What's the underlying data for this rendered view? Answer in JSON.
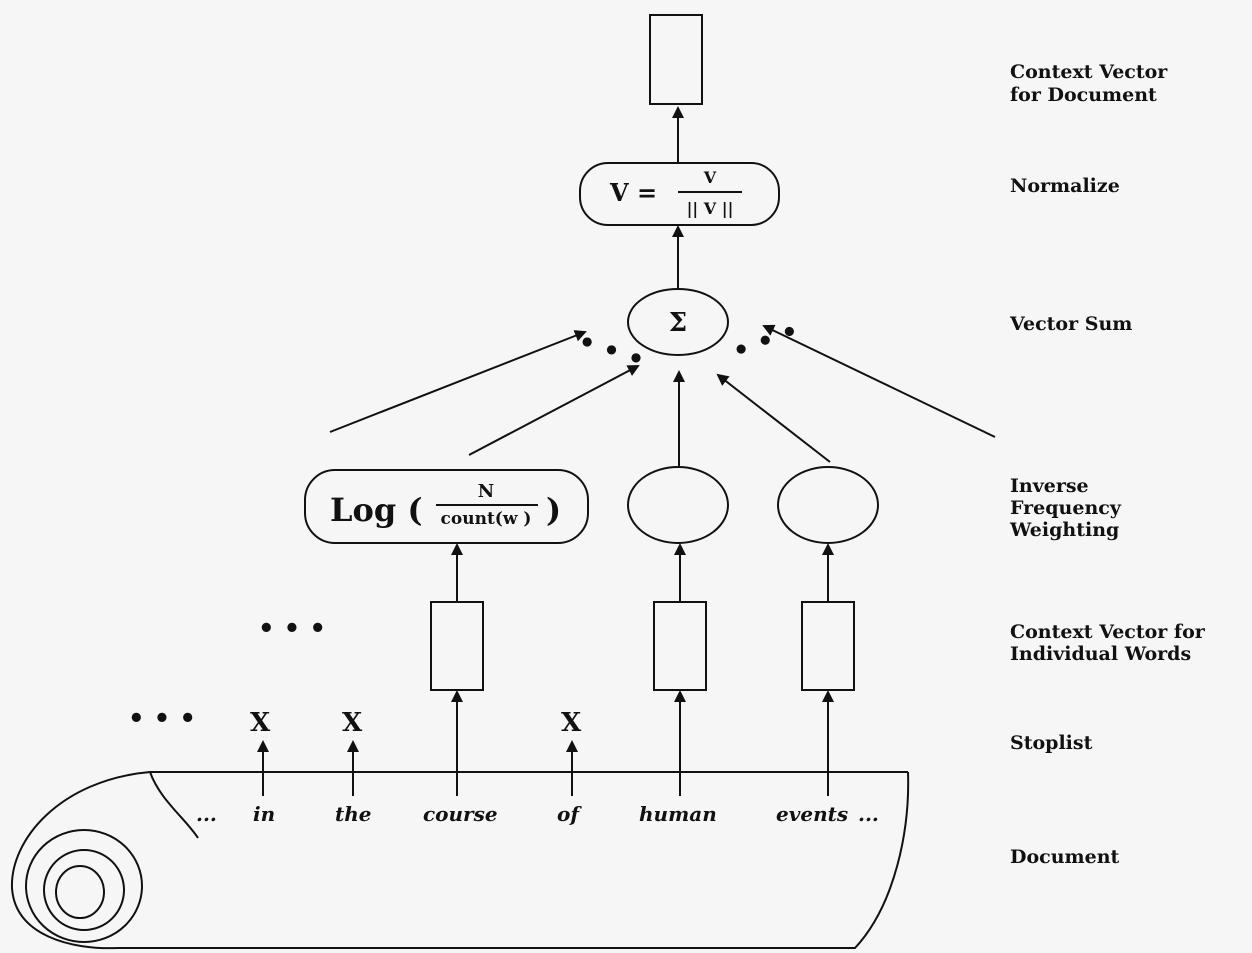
{
  "stages": {
    "doc_context_line1": "Context Vector",
    "doc_context_line2": "for Document",
    "normalize": "Normalize",
    "vector_sum": "Vector Sum",
    "ifw_line1": "Inverse",
    "ifw_line2": "Frequency",
    "ifw_line3": "Weighting",
    "word_context_line1": "Context Vector for",
    "word_context_line2": "Individual Words",
    "stoplist": "Stoplist",
    "document": "Document"
  },
  "formulas": {
    "normalize_lhs": "V =",
    "normalize_num": "V",
    "normalize_den": "|| V ||",
    "sum_symbol": "Σ",
    "log_word": "Log (",
    "log_num": "N",
    "log_den": "count(w )",
    "log_close": ")"
  },
  "document_words": {
    "lead": "...",
    "w1": "in",
    "w2": "the",
    "w3": "course",
    "w4": "of",
    "w5": "human",
    "w6": "events",
    "trail": "..."
  },
  "stoplist_mark": "X",
  "ellipsis": "• • •"
}
